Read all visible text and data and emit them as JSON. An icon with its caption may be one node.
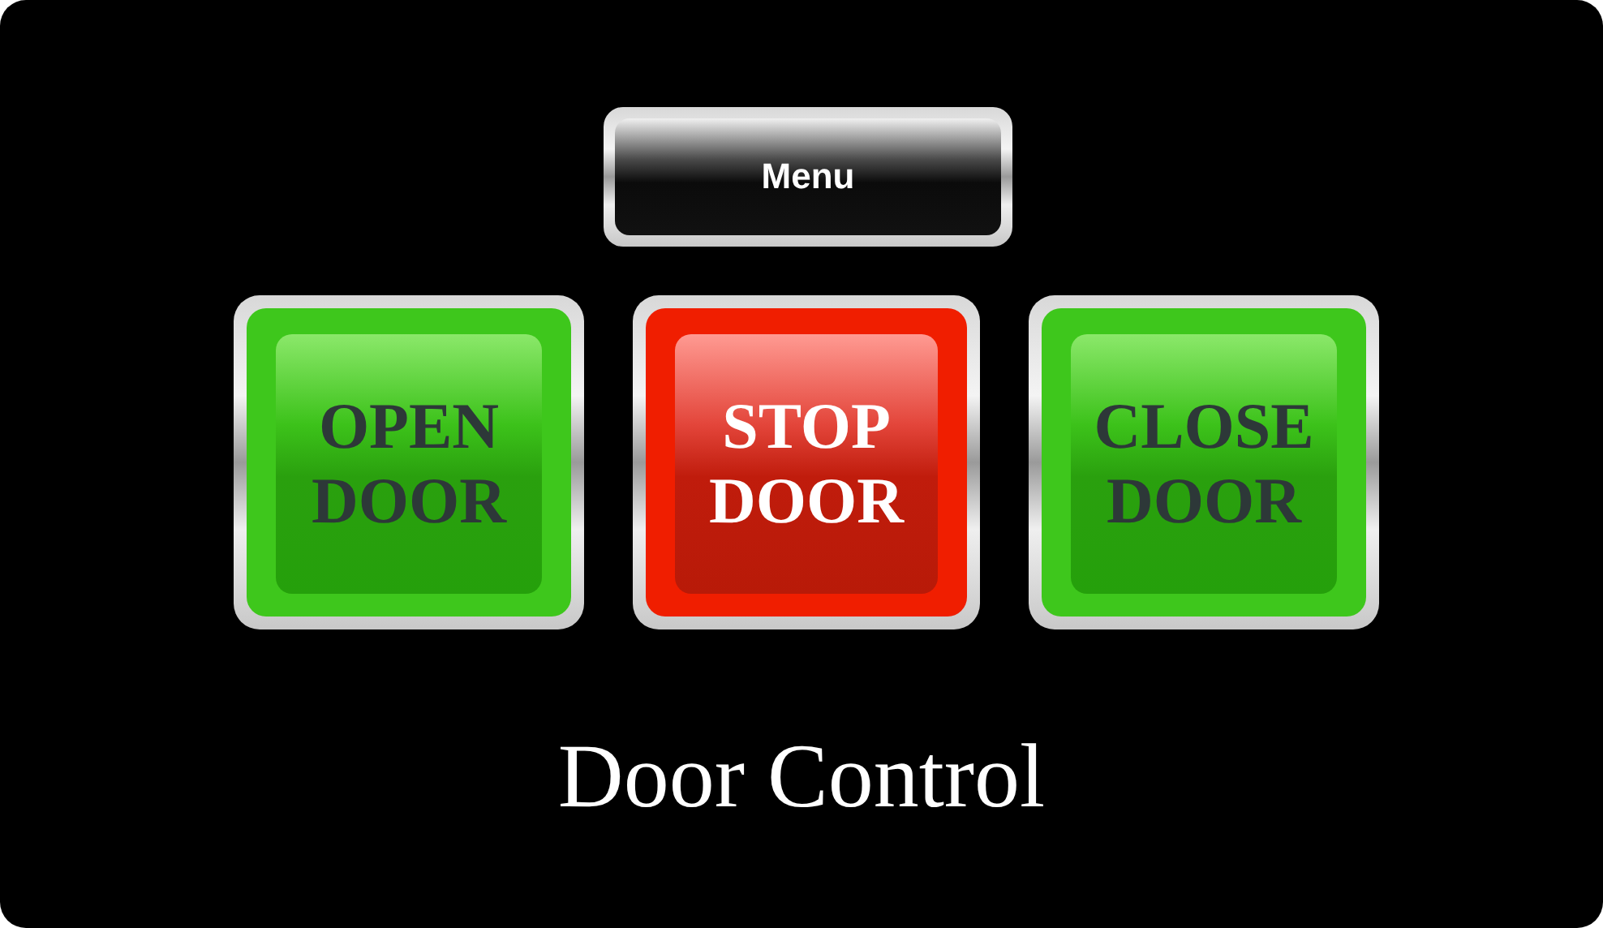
{
  "diagram": {
    "caption": "Door Control",
    "nodes": [
      {
        "text": [
          "Menu"
        ]
      },
      {
        "text": [
          "OPEN DOOR"
        ]
      },
      {
        "text": [
          "STOP DOOR"
        ]
      },
      {
        "text": [
          "CLOSE DOOR"
        ]
      }
    ]
  }
}
